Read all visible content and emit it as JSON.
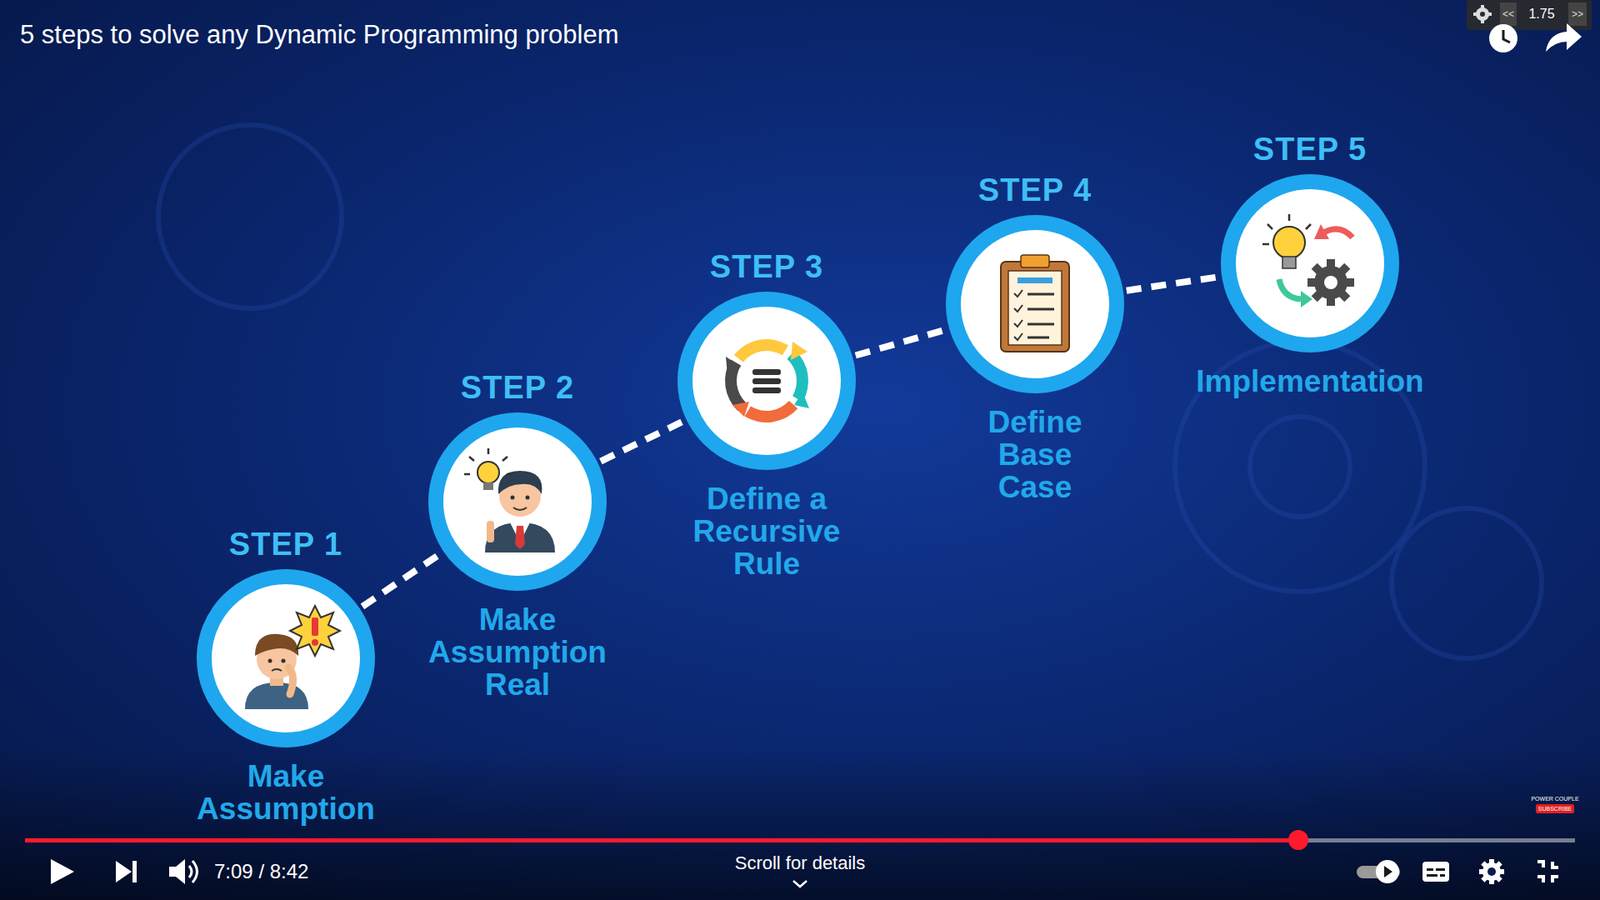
{
  "diagram": {
    "title": "5 steps to solve any Dynamic Programming problem",
    "nodes": [
      {
        "text": [
          "STEP 1",
          "Make Assumption"
        ]
      },
      {
        "text": [
          "STEP 2",
          "Make Assumption Real"
        ]
      },
      {
        "text": [
          "STEP 3",
          "Define a Recursive Rule"
        ]
      },
      {
        "text": [
          "STEP 4",
          "Define Base Case"
        ]
      },
      {
        "text": [
          "STEP 5",
          "Implementation"
        ]
      }
    ],
    "edges": [
      {
        "from": 0,
        "to": 1,
        "arrow": "none"
      },
      {
        "from": 1,
        "to": 2,
        "arrow": "none"
      },
      {
        "from": 2,
        "to": 3,
        "arrow": "none"
      },
      {
        "from": 3,
        "to": 4,
        "arrow": "none"
      }
    ],
    "labels": [
      "<<",
      "1.75",
      ">>",
      "7:09 / 8:42",
      "Scroll for details",
      "POWER COUPLE",
      "SUBSCRIBE"
    ]
  }
}
